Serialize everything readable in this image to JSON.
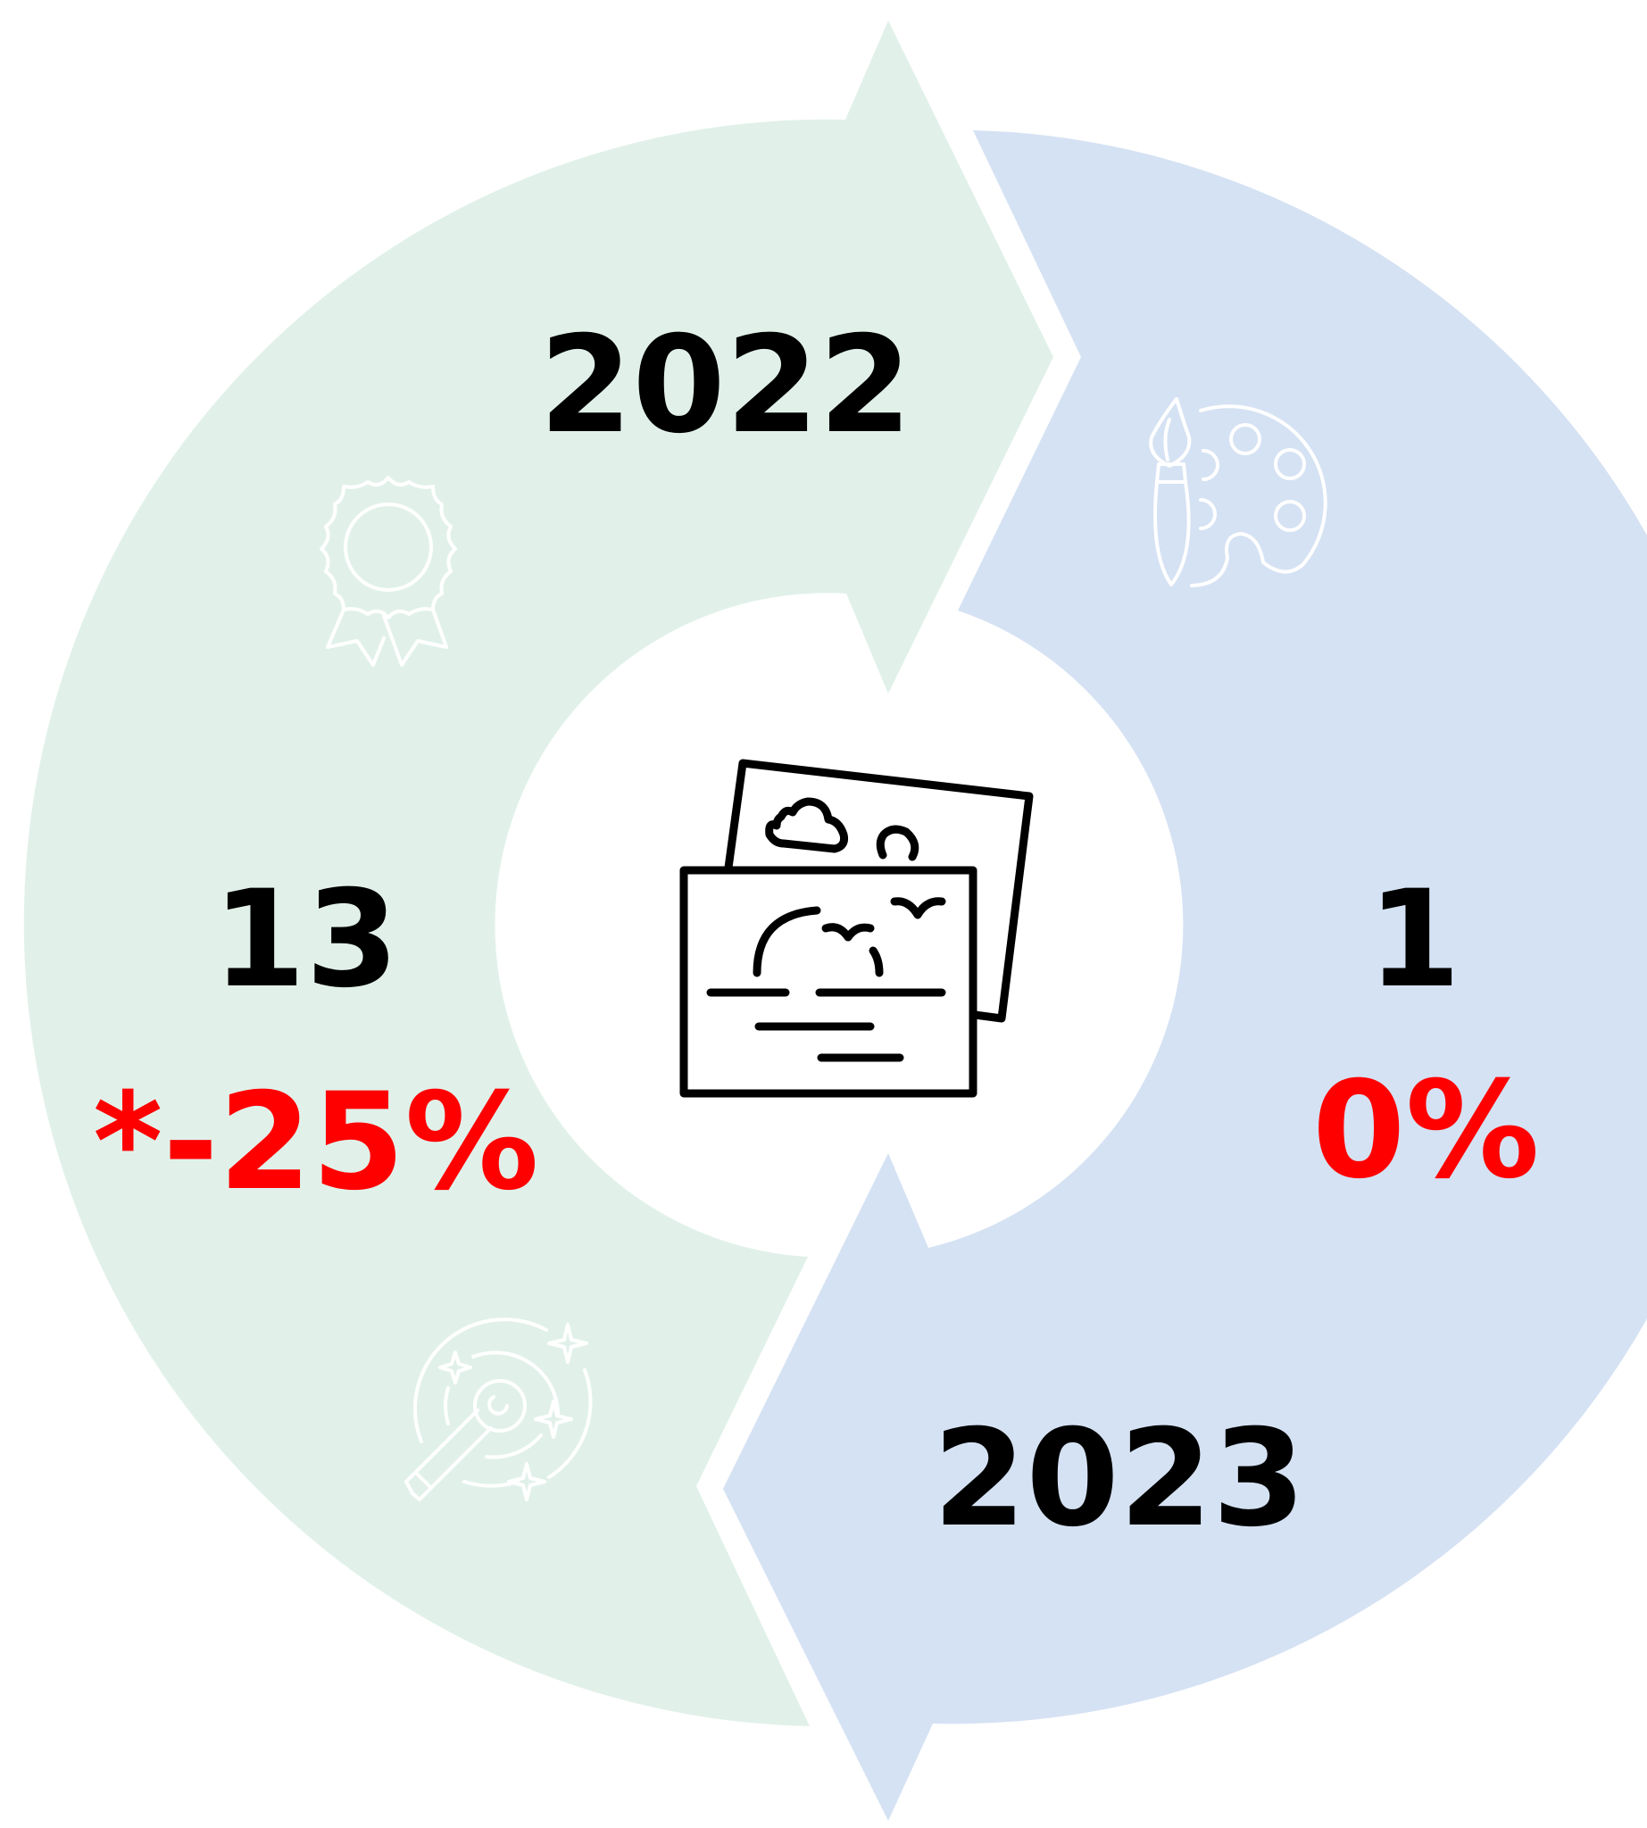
{
  "colors": {
    "left_arc": "#e1f1ea",
    "right_arc": "#d5e2f3",
    "change_text": "#ff0000",
    "year_text": "#000000",
    "icon_light": "#ffffff",
    "icon_center": "#000000"
  },
  "left_segment": {
    "year": "2022",
    "count": "13",
    "change": "*-25%",
    "icons": [
      "award-ribbon-icon",
      "magic-wand-icon"
    ]
  },
  "right_segment": {
    "year": "2023",
    "count": "1",
    "change": "0%",
    "icons": [
      "paint-palette-icon"
    ]
  },
  "center": {
    "icon": "pictures-gallery-icon"
  }
}
